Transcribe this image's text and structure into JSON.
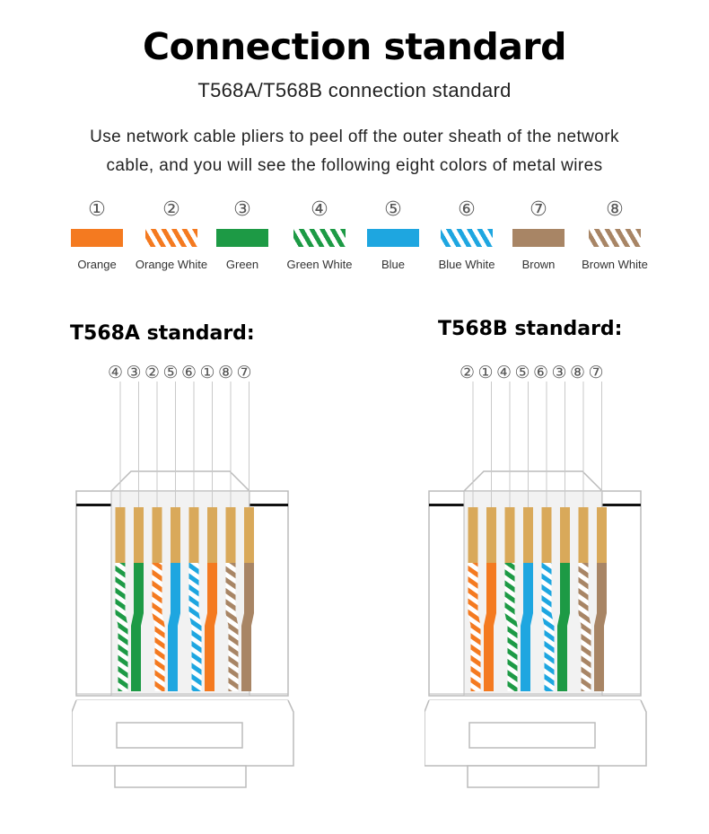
{
  "header": {
    "title": "Connection standard",
    "subtitle": "T568A/T568B connection standard",
    "intro_line1": "Use network cable pliers to peel off the outer sheath of the network",
    "intro_line2": "cable, and you will see the following eight colors of metal wires"
  },
  "colors": {
    "orange": "#f47a20",
    "green": "#1d9a45",
    "blue": "#1ea6e0",
    "brown": "#a88565",
    "copper": "#d9a95a",
    "outline": "#bbbbbb"
  },
  "legend": [
    {
      "num": "①",
      "label": "Orange",
      "color": "orange",
      "striped": false
    },
    {
      "num": "②",
      "label": "Orange White",
      "color": "orange",
      "striped": true
    },
    {
      "num": "③",
      "label": "Green",
      "color": "green",
      "striped": false
    },
    {
      "num": "④",
      "label": "Green White",
      "color": "green",
      "striped": true
    },
    {
      "num": "⑤",
      "label": "Blue",
      "color": "blue",
      "striped": false
    },
    {
      "num": "⑥",
      "label": "Blue White",
      "color": "blue",
      "striped": true
    },
    {
      "num": "⑦",
      "label": "Brown",
      "color": "brown",
      "striped": false
    },
    {
      "num": "⑧",
      "label": "Brown White",
      "color": "brown",
      "striped": true
    }
  ],
  "standards": [
    {
      "title": "T568A standard:",
      "order": [
        "④",
        "③",
        "②",
        "⑤",
        "⑥",
        "①",
        "⑧",
        "⑦"
      ]
    },
    {
      "title": "T568B standard:",
      "order": [
        "②",
        "①",
        "④",
        "⑤",
        "⑥",
        "③",
        "⑧",
        "⑦"
      ]
    }
  ]
}
